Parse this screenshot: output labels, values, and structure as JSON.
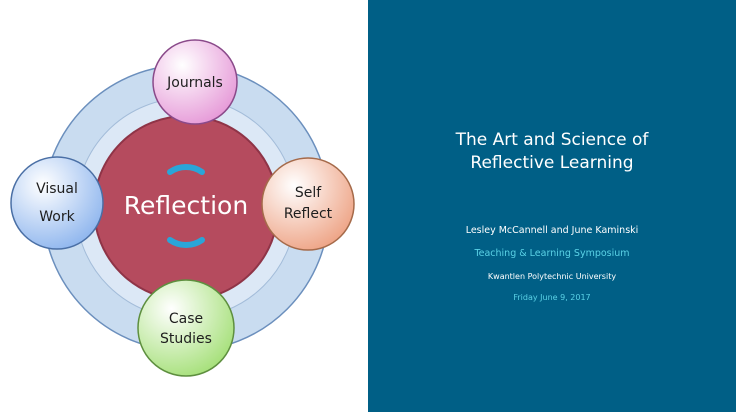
{
  "colors": {
    "panel_bg": "#005f86",
    "title_text": "#ffffff",
    "accent_text": "#5ad2e6",
    "ring": "#c9dcf0",
    "center": "#b54b5e"
  },
  "diagram": {
    "center_label": "Reflection",
    "nodes": {
      "top": [
        "Journals"
      ],
      "left": [
        "Visual",
        "Work"
      ],
      "right": [
        "Self",
        "Reflect"
      ],
      "bottom": [
        "Case",
        "Studies"
      ]
    }
  },
  "title": {
    "line1": "The Art and Science of",
    "line2": "Reflective Learning"
  },
  "authors": "Lesley McCannell and June Kaminski",
  "event": "Teaching & Learning Symposium",
  "institution": "Kwantlen Polytechnic University",
  "date": "Friday June 9, 2017"
}
